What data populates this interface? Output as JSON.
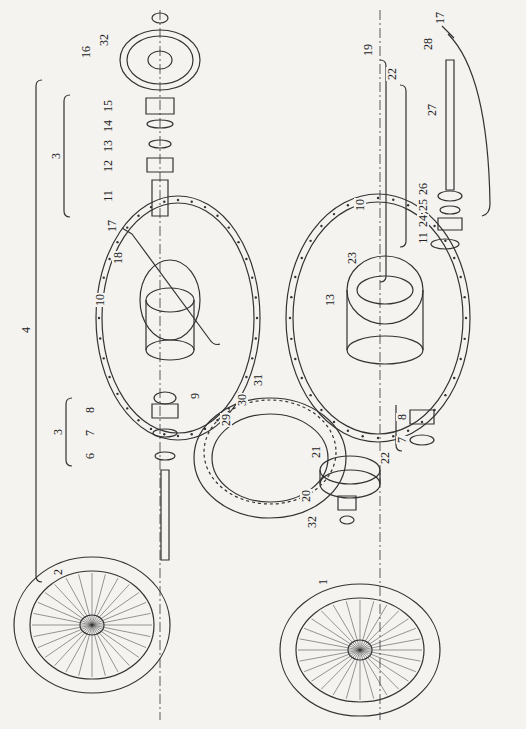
{
  "diagram": {
    "labels": [
      "32",
      "16",
      "15",
      "14",
      "13",
      "12",
      "11",
      "3",
      "4",
      "17",
      "18",
      "10",
      "9",
      "8",
      "7",
      "6",
      "3",
      "2",
      "29",
      "30",
      "31",
      "1",
      "32",
      "20",
      "21",
      "22",
      "8",
      "7",
      "13",
      "23",
      "10",
      "19",
      "22",
      "24",
      "25",
      "26",
      "27",
      "11",
      "28",
      "17"
    ]
  }
}
